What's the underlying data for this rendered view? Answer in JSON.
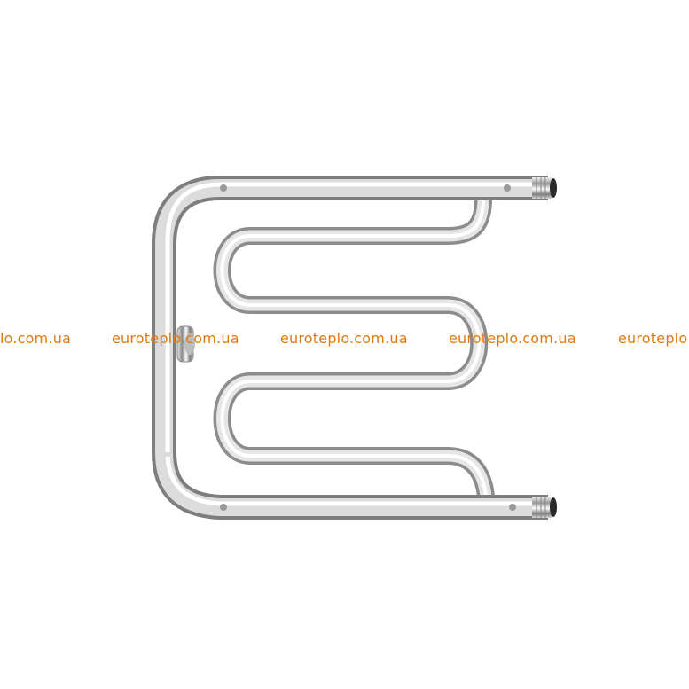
{
  "watermark": {
    "color": "#e07a10",
    "items": [
      "lo.com.ua",
      "euroteplo.com.ua",
      "euroteplo.com.ua",
      "euroteplo.com.ua",
      "euroteplo"
    ]
  },
  "product": {
    "material_color": "#c8c8c8"
  }
}
